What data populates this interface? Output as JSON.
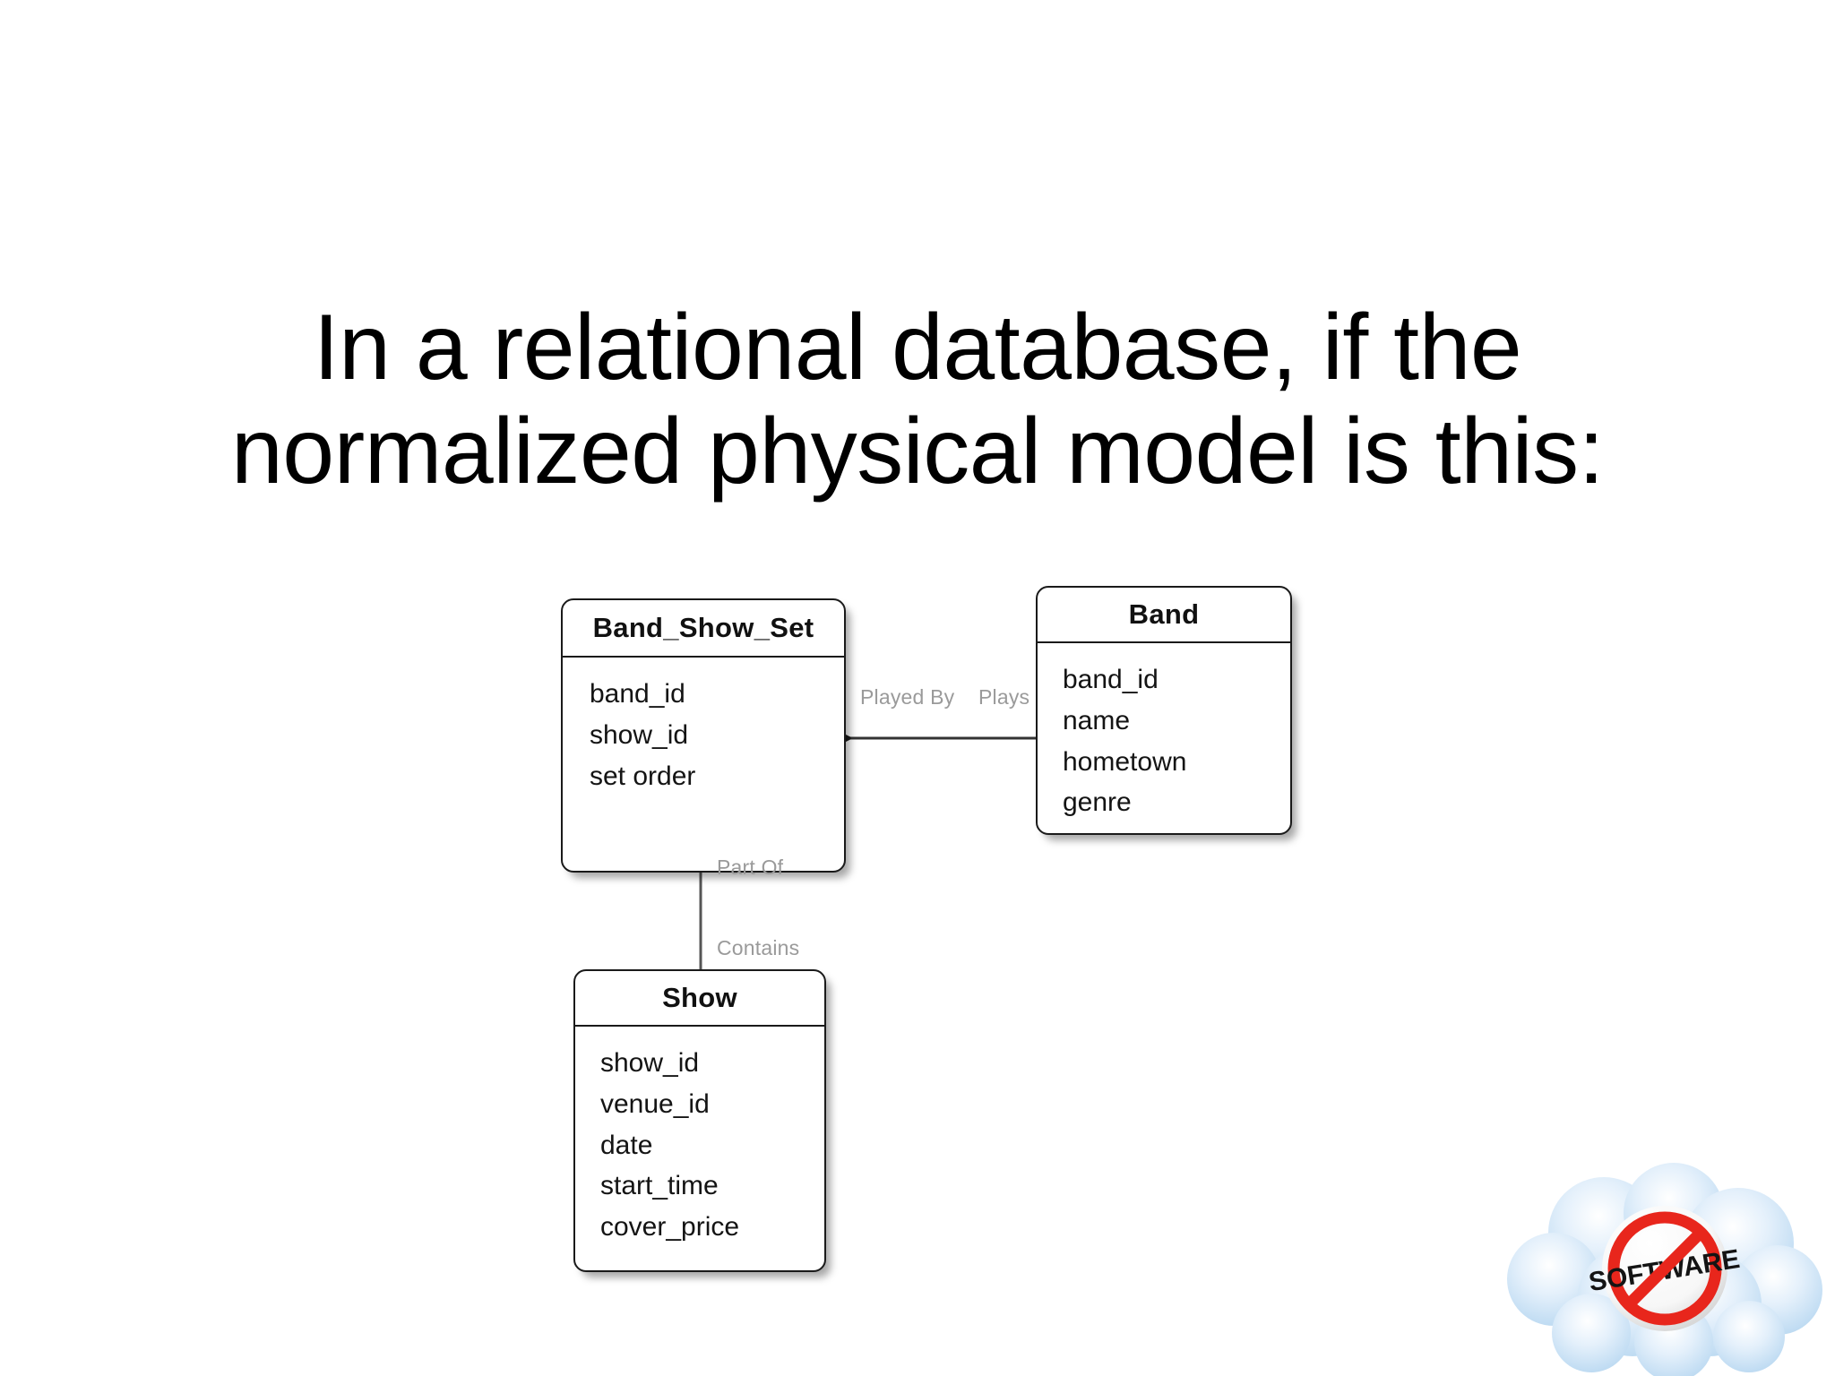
{
  "slide": {
    "title_lines": [
      "In a relational database, if the",
      "normalized physical model is this:"
    ],
    "background_color": "#ffffff",
    "text_color": "#000000"
  },
  "diagram": {
    "type": "entity-relationship-diagram",
    "notation": "crow's foot",
    "entity_border_color": "#1a1a1a",
    "entity_fill_color": "#ffffff",
    "relationship_label_color": "#9a9a9a",
    "entities": [
      {
        "id": "band_show_set",
        "name": "Band_Show_Set",
        "attributes": [
          "band_id",
          "show_id",
          "set order"
        ]
      },
      {
        "id": "band",
        "name": "Band",
        "attributes": [
          "band_id",
          "name",
          "hometown",
          "genre"
        ]
      },
      {
        "id": "show",
        "name": "Show",
        "attributes": [
          "show_id",
          "venue_id",
          "date",
          "start_time",
          "cover_price"
        ]
      }
    ],
    "relationships": [
      {
        "id": "band_to_band_show_set",
        "from": "band",
        "to": "band_show_set",
        "label_near_child": "Played By",
        "label_near_parent": "Plays",
        "child_cardinality": "many",
        "parent_cardinality": "one"
      },
      {
        "id": "show_to_band_show_set",
        "from": "show",
        "to": "band_show_set",
        "label_near_child": "Part Of",
        "label_near_parent": "Contains",
        "child_cardinality": "many",
        "parent_cardinality": "one"
      }
    ]
  },
  "logo": {
    "name": "no-software-cloud-logo",
    "wordmark": "SOFTWARE",
    "cloud_color": "#cfe4f7",
    "prohibition_color": "#e8261c"
  }
}
